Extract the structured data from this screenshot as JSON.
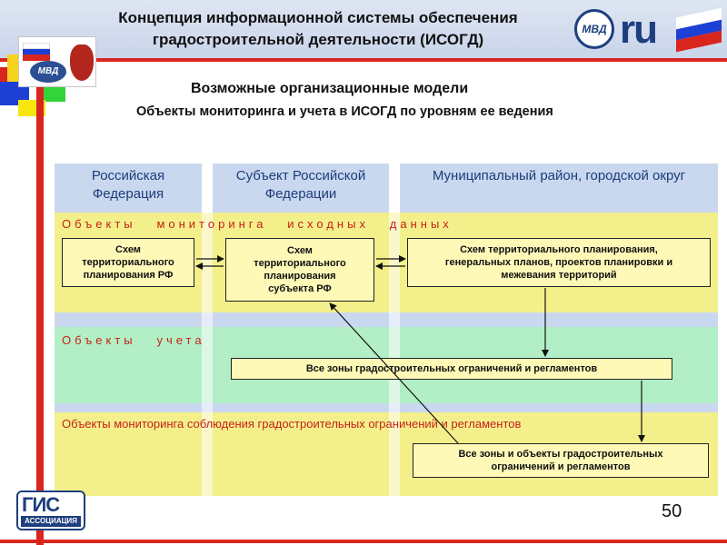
{
  "header": {
    "title_line1": "Концепция информационной системы обеспечения",
    "title_line2": "градостроительной деятельности (ИСОГД)"
  },
  "logos": {
    "mvd_text": "МВД",
    "ru_text": "ru",
    "gis_text": "ГИС",
    "gis_assoc": "АССОЦИАЦИЯ"
  },
  "subtitle": {
    "line1": "Возможные организационные модели",
    "line2": "Объекты мониторинга и учета в ИСОГД по уровням ее ведения"
  },
  "columns": [
    {
      "line1": "Российская",
      "line2": "Федерация"
    },
    {
      "line1": "Субъект Российской",
      "line2": "Федерации"
    },
    {
      "line1": "Муниципальный район, городской округ",
      "line2": ""
    }
  ],
  "zones": {
    "monitoring_source": "Объекты   мониторинга   исходных   данных",
    "accounting": "Объекты   учета",
    "compliance": "Объекты мониторинга соблюдения градостроительных ограничений и регламентов"
  },
  "boxes": {
    "rf_scheme": [
      "Схем",
      "территориального",
      "планирования РФ"
    ],
    "subject_scheme": [
      "Схем",
      "территориального",
      "планирования",
      "субъекта РФ"
    ],
    "municipal_scheme": [
      "Схем территориального планирования,",
      "генеральных планов, проектов планировки и",
      "межевания территорий"
    ],
    "all_zones": "Все зоны градостроительных ограничений и регламентов",
    "all_zones_objects": [
      "Все зоны и объекты градостроительных",
      "ограничений и регламентов"
    ]
  },
  "page_number": "50",
  "colors": {
    "accent_red": "#d8261e",
    "header_blue": "#c9d8ef",
    "zone_yellow": "#f3f08b",
    "zone_green": "#b2efc6",
    "box_fill": "#fff9b8",
    "label_red": "#c8201a"
  }
}
